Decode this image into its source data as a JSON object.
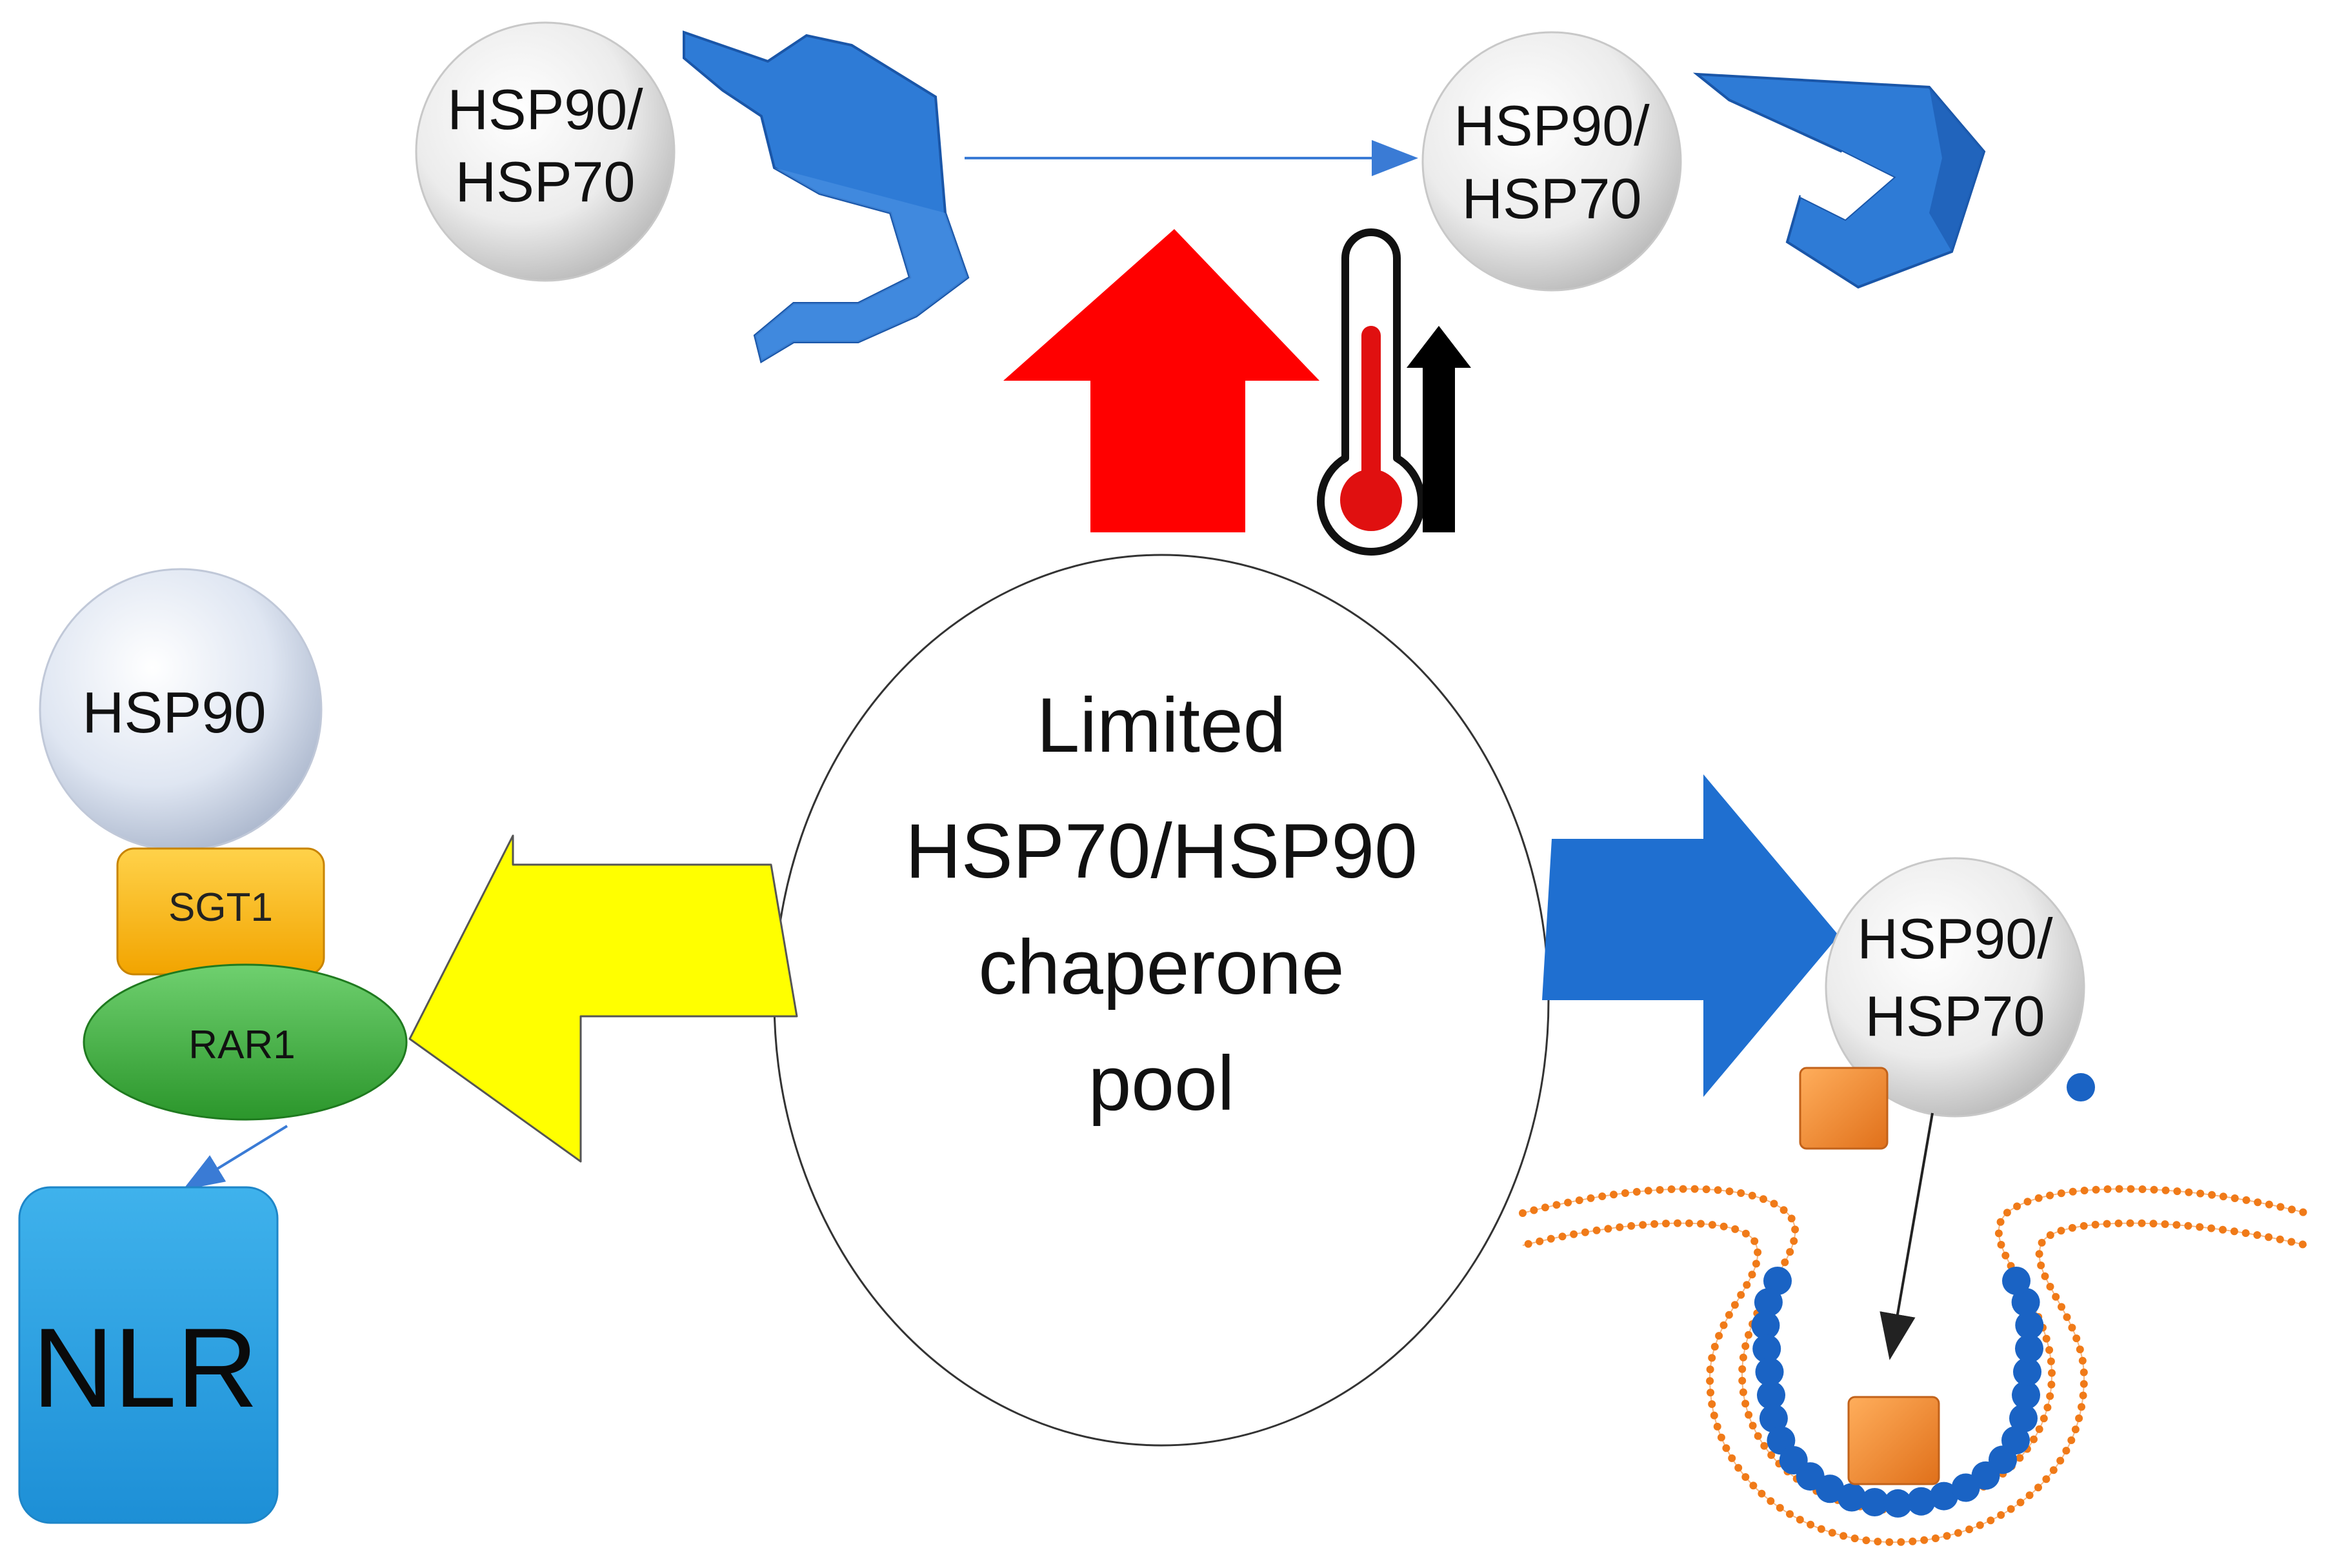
{
  "center": {
    "lines": [
      "Limited",
      "HSP70/HSP90",
      "chaperone",
      "pool"
    ]
  },
  "top_left_chaperone": {
    "lines": [
      "HSP90/",
      "HSP70"
    ]
  },
  "top_right_chaperone": {
    "lines": [
      "HSP90/",
      "HSP70"
    ]
  },
  "right_chaperone": {
    "lines": [
      "HSP90/",
      "HSP70"
    ]
  },
  "left_complex": {
    "hsp90": "HSP90",
    "sgt1": "SGT1",
    "rar1": "RAR1",
    "nlr": "NLR"
  },
  "colors": {
    "heat_arrow": "#ff0000",
    "left_arrow": "#ffff00",
    "right_arrow": "#1f6fd0",
    "protein_blue": "#2e7bd6",
    "nlr_blue": "#2a9ee0",
    "sgt1_orange": "#ffb300",
    "rar1_green": "#3cae3c",
    "cargo_orange": "#f08a24",
    "membrane_orange": "#f07a18",
    "coat_blue": "#1a63c4"
  },
  "icons": [
    "thermometer-icon",
    "temperature-up-arrow-icon"
  ]
}
